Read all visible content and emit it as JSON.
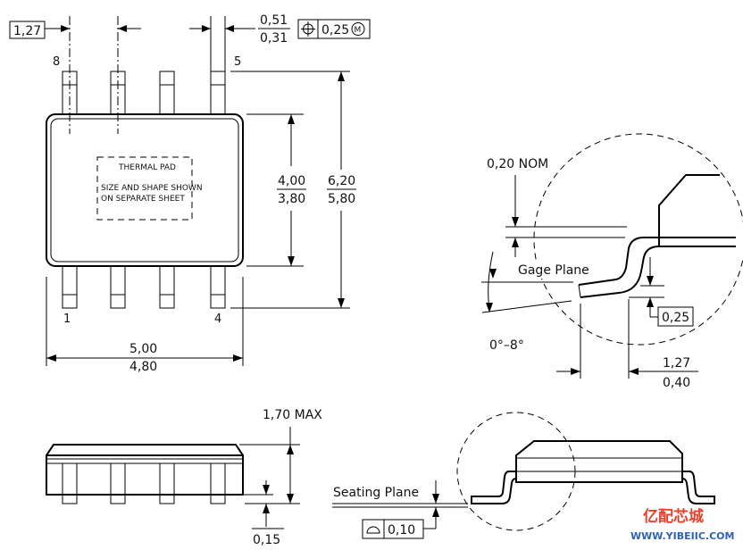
{
  "top_view": {
    "pitch": "1,27",
    "lead_width_max": "0,51",
    "lead_width_min": "0,31",
    "position_tolerance": "0,25",
    "tolerance_modifier": "M",
    "pin_8": "8",
    "pin_5": "5",
    "pin_1": "1",
    "pin_4": "4",
    "thermal_pad_title": "THERMAL PAD",
    "thermal_pad_note_1": "SIZE AND SHAPE SHOWN",
    "thermal_pad_note_2": "ON SEPARATE SHEET",
    "body_width_max": "4,00",
    "body_width_min": "3,80",
    "total_width_max": "6,20",
    "total_width_min": "5,80",
    "body_length_max": "5,00",
    "body_length_min": "4,80"
  },
  "lead_detail": {
    "lead_thickness": "0,20 NOM",
    "gage_plane_label": "Gage Plane",
    "gage_offset": "0,25",
    "angle": "0°–8°",
    "foot_length_max": "1,27",
    "foot_length_min": "0,40"
  },
  "side_view": {
    "height_max": "1,70 MAX",
    "standoff_max": "0,15",
    "seating_plane_label": "Seating Plane",
    "flatness": "0,10"
  },
  "watermark": {
    "cn": "亿配芯城",
    "url": "WWW.YIBEIIC.COM"
  }
}
